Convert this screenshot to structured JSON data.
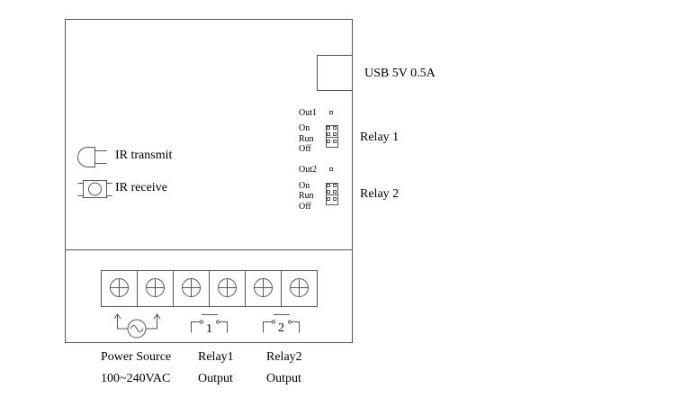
{
  "labels": {
    "usb": "USB 5V 0.5A",
    "out1": "Out1",
    "out2": "Out2",
    "relay1": "Relay 1",
    "relay2": "Relay 2",
    "jumper1": {
      "on": "On",
      "run": "Run",
      "off": "Off"
    },
    "jumper2": {
      "on": "On",
      "run": "Run",
      "off": "Off"
    },
    "ir_transmit": "IR transmit",
    "ir_receive": "IR receive",
    "relay1_number": "1",
    "relay2_number": "2"
  },
  "terminals": {
    "count": 6,
    "groups": [
      {
        "line1": "Power Source",
        "line2": "100~240VAC"
      },
      {
        "line1": "Relay1",
        "line2": "Output"
      },
      {
        "line1": "Relay2",
        "line2": "Output"
      }
    ]
  },
  "colors": {
    "line": "#555555",
    "background": "#ffffff",
    "text": "#000000"
  }
}
